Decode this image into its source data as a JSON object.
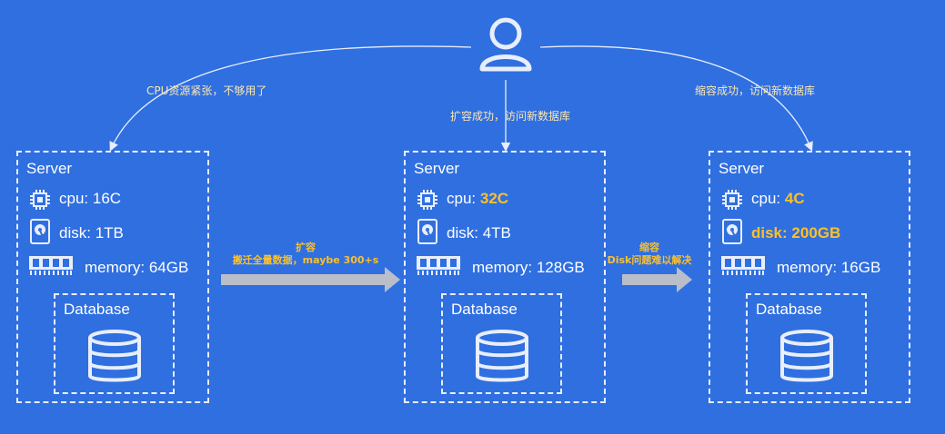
{
  "connections": {
    "left_label": "CPU资源紧张，不够用了",
    "middle_label": "扩容成功，访问新数据库",
    "right_label": "缩容成功，访问新数据库"
  },
  "arrows": [
    {
      "title": "扩容",
      "subtitle": "搬迁全量数据，maybe 300+s"
    },
    {
      "title": "缩容",
      "subtitle": "Disk问题难以解决"
    }
  ],
  "servers": [
    {
      "title": "Server",
      "cpu_label": "cpu: ",
      "cpu_value": "16C",
      "disk_label": "disk: ",
      "disk_value": "1TB",
      "memory_label": "memory: ",
      "memory_value": "64GB",
      "database_label": "Database"
    },
    {
      "title": "Server",
      "cpu_label": "cpu: ",
      "cpu_value": "32C",
      "disk_label": "disk: ",
      "disk_value": "4TB",
      "memory_label": "memory: ",
      "memory_value": "128GB",
      "database_label": "Database"
    },
    {
      "title": "Server",
      "cpu_label": "cpu: ",
      "cpu_value": "4C",
      "disk_label": "disk: ",
      "disk_value": "200GB",
      "memory_label": "memory: ",
      "memory_value": "16GB",
      "database_label": "Database"
    }
  ],
  "colors": {
    "background": "#2f6fe0",
    "highlight": "#fbc02d",
    "label": "#fde7b0",
    "arrow": "#b9bec9"
  },
  "icons": [
    "user-icon",
    "cpu-chip-icon",
    "hard-disk-icon",
    "memory-stick-icon",
    "database-icon"
  ]
}
